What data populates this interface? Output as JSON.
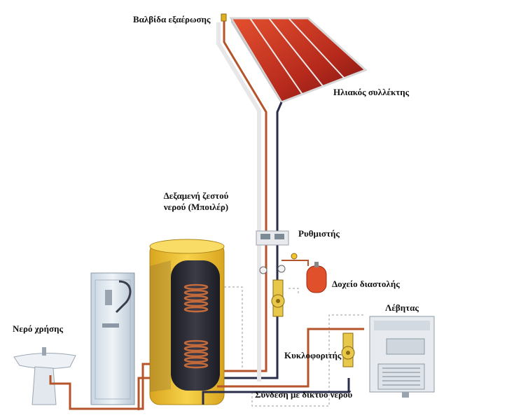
{
  "labels": {
    "air_valve": "Βαλβίδα εξαέρωσης",
    "solar_collector": "Ηλιακός συλλέκτης",
    "hot_water_tank_line1": "Δεξαμενή ζεστού",
    "hot_water_tank_line2": "νερού (Μποιλέρ)",
    "controller": "Ρυθμιστής",
    "expansion_tank": "Δοχείο διαστολής",
    "boiler": "Λέβητας",
    "usage_water": "Νερό χρήσης",
    "circulator": "Κυκλοφοριτής",
    "water_mains": "Σύνδεση με δίκτυο νερού"
  },
  "colors": {
    "hot_pipe": "#b5532a",
    "cold_pipe": "#2a2d4a",
    "collector_red": "#c8321e",
    "tank_yellow": "#f2c230",
    "pump_yellow": "#e8c84a",
    "expansion_red": "#e0502a"
  }
}
